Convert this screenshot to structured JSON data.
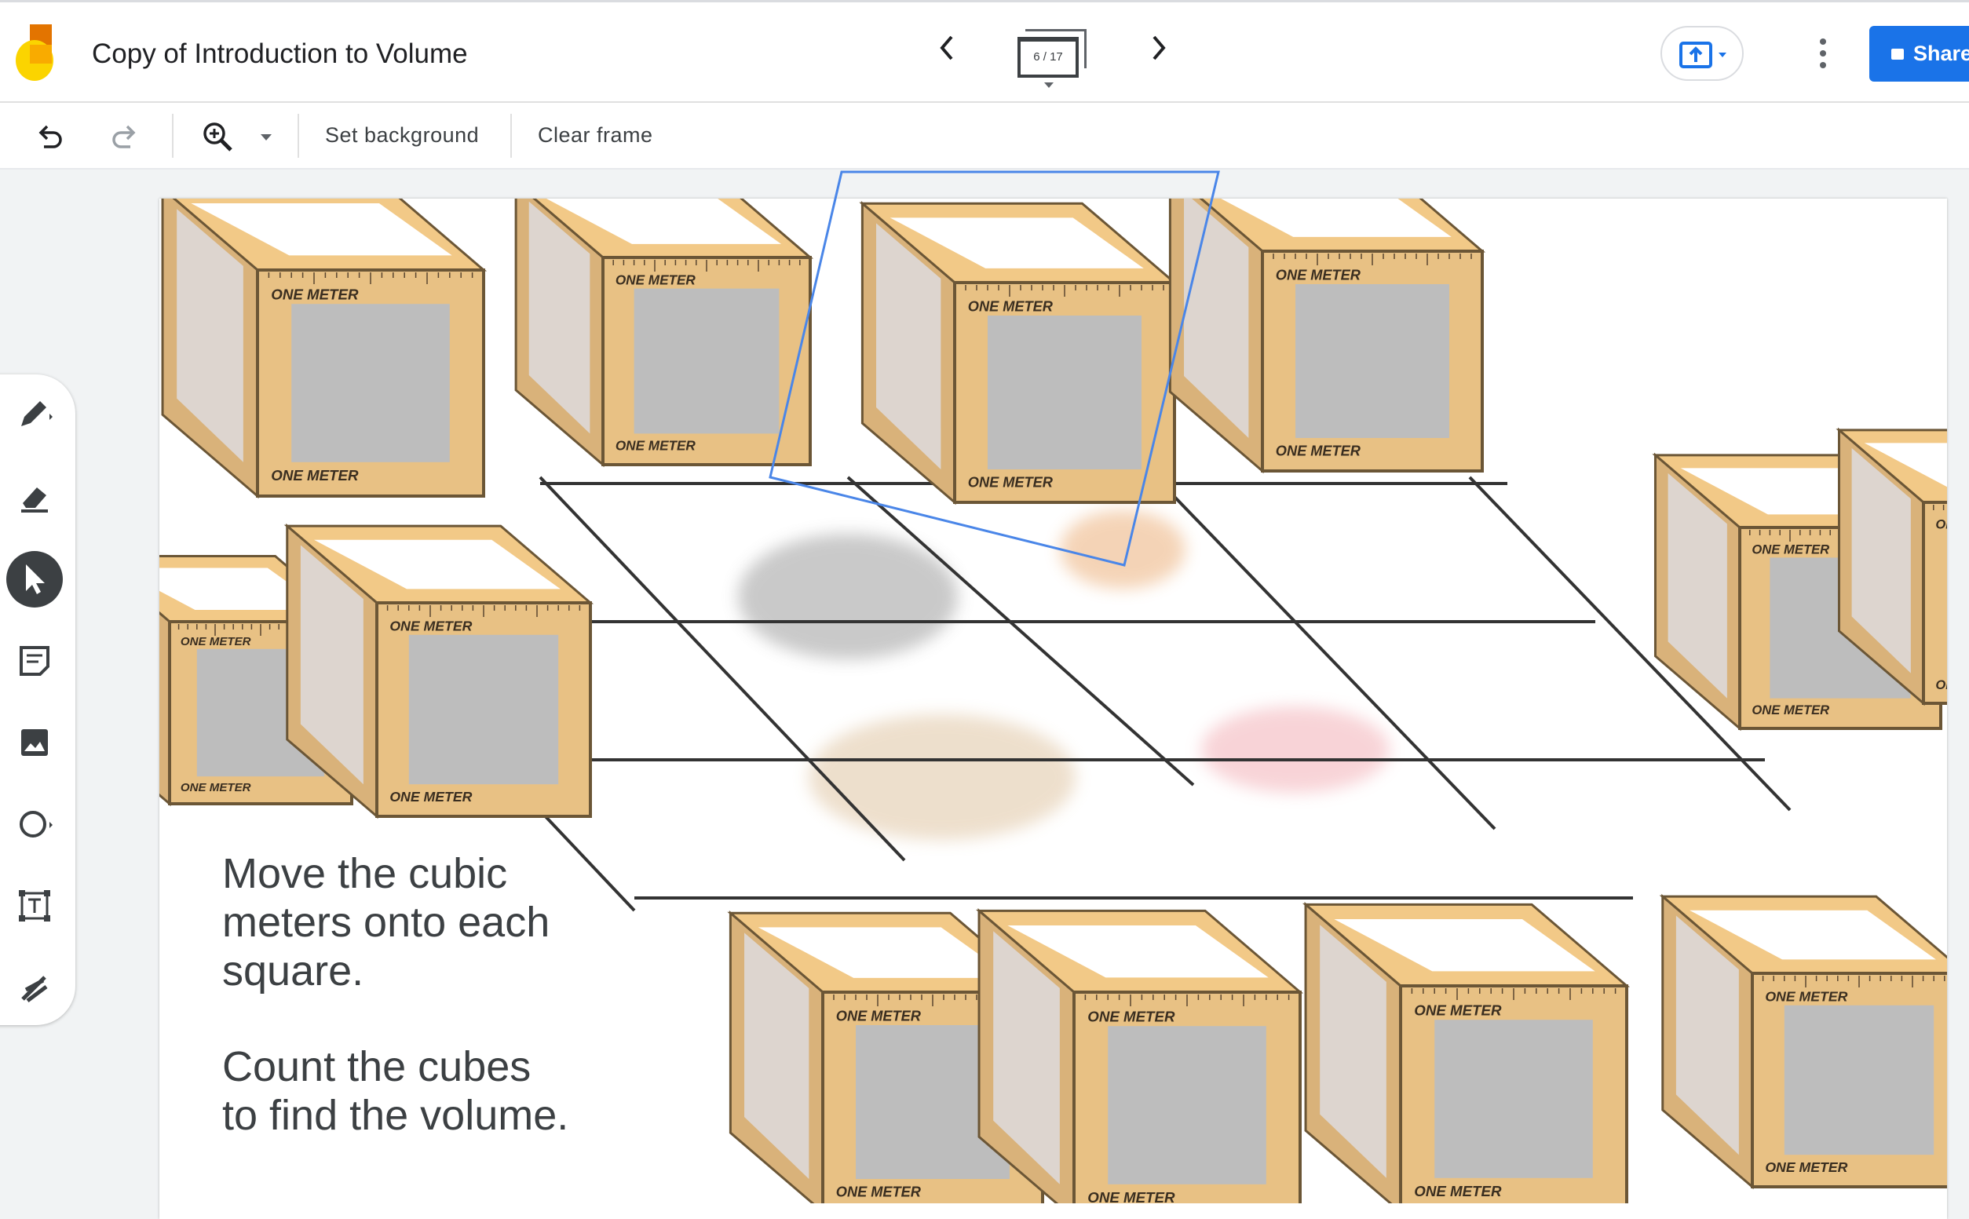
{
  "app": {
    "title": "Copy of Introduction to Volume",
    "logo_colors": [
      "#f9ab00",
      "#fbbc04",
      "#e37400"
    ]
  },
  "nav": {
    "frame_counter": "6 / 17",
    "prev_icon": "chevron-left-icon",
    "next_icon": "chevron-right-icon"
  },
  "header": {
    "share_label": "Share",
    "present_icon": "present-upload-icon",
    "more_icon": "more-vert-icon",
    "accent": "#1a73e8"
  },
  "toolbar": {
    "set_background": "Set background",
    "clear_frame": "Clear frame",
    "icons": [
      "undo-icon",
      "redo-icon",
      "zoom-in-icon",
      "dropdown-icon"
    ]
  },
  "tools": [
    {
      "name": "pen",
      "icon": "pen-icon"
    },
    {
      "name": "eraser",
      "icon": "eraser-icon"
    },
    {
      "name": "select",
      "icon": "pointer-icon",
      "active": true
    },
    {
      "name": "sticky-note",
      "icon": "sticky-note-icon"
    },
    {
      "name": "image",
      "icon": "image-icon"
    },
    {
      "name": "shape",
      "icon": "circle-icon"
    },
    {
      "name": "text-box",
      "icon": "text-box-icon"
    },
    {
      "name": "laser",
      "icon": "laser-icon"
    }
  ],
  "frame": {
    "instruction_1": [
      "Move the cubic",
      "meters onto each",
      "square."
    ],
    "instruction_2": [
      "Count the cubes",
      "to find the volume."
    ],
    "cube_label": "ONE METER",
    "selection_color": "#4a86e8"
  }
}
